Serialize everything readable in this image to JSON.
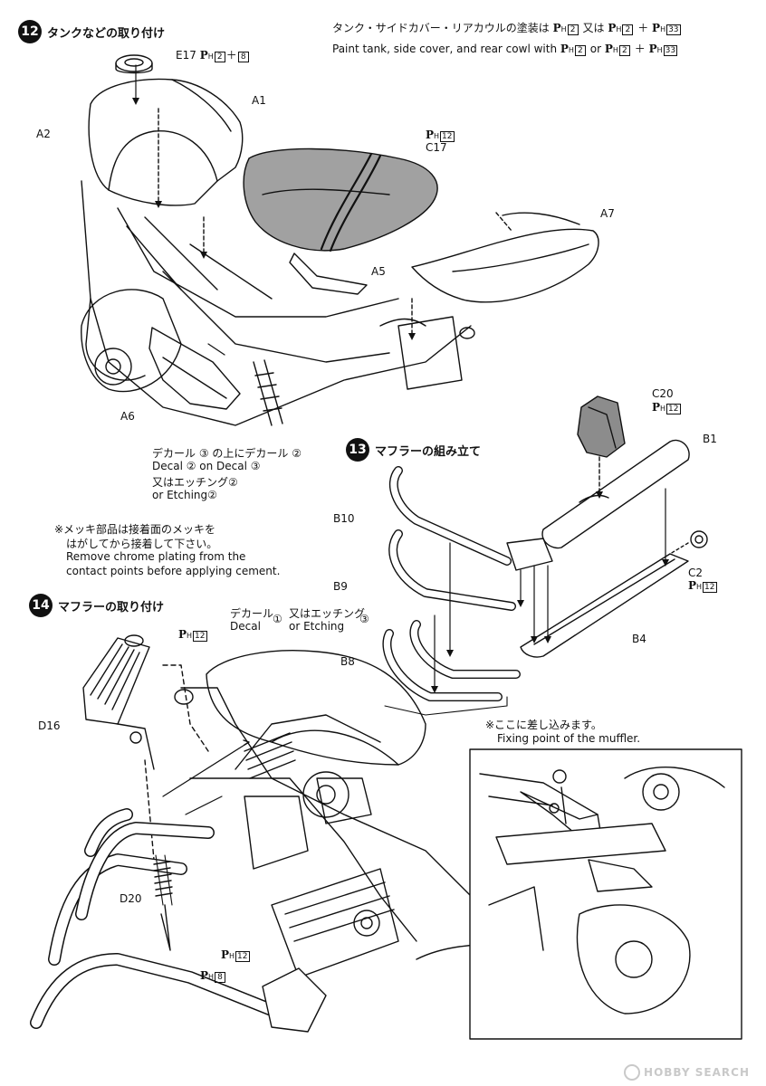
{
  "step12": {
    "number": "12",
    "title": "タンクなどの取り付け",
    "paint_note_jp": "タンク・サイドカバー・リアカウルの塗装は",
    "paint_note_en": "Paint tank, side cover, and rear cowl with",
    "paint_jp_or": "又は",
    "paint_en_or": "or",
    "paint_plus": "＋",
    "paint_c1": "2",
    "paint_c2": "2",
    "paint_c3": "33",
    "label_e17": "E17",
    "e17_c1": "2",
    "e17_plus": "＋",
    "e17_c2": "8",
    "label_a1": "A1",
    "label_a2": "A2",
    "label_c17": "C17",
    "c17_color": "12",
    "label_a7": "A7",
    "label_a5": "A5",
    "label_a6": "A6",
    "decal_note_1": "デカール ③ の上にデカール ②",
    "decal_note_2": "Decal ② on Decal ③",
    "decal_note_3": "又はエッチング②",
    "decal_note_4": "or Etching②",
    "chrome_note_1": "※メッキ部品は接着面のメッキを",
    "chrome_note_2": "はがしてから接着して下さい。",
    "chrome_note_3": "Remove chrome plating from the",
    "chrome_note_4": "contact points before applying cement."
  },
  "step13": {
    "number": "13",
    "title": "マフラーの組み立て",
    "label_c20": "C20",
    "c20_color": "12",
    "label_b1": "B1",
    "label_b10": "B10",
    "label_b9": "B9",
    "label_b8": "B8",
    "label_b4": "B4",
    "label_c2": "C2",
    "c2_color": "12",
    "fix_note_jp": "※ここに差し込みます。",
    "fix_note_en": "Fixing point of the muffler."
  },
  "step14": {
    "number": "14",
    "title": "マフラーの取り付け",
    "decal_jp": "デカール",
    "decal_en": "Decal",
    "decal_num": "①",
    "etch_jp": "又はエッチング",
    "etch_en": "or Etching",
    "etch_num": "③",
    "d16_color": "12",
    "label_d16": "D16",
    "label_d20": "D20",
    "d20_color_a": "12",
    "d20_color_b": "8"
  },
  "paint_prefix": "P",
  "paint_sub": "H",
  "watermark": "HOBBY SEARCH"
}
